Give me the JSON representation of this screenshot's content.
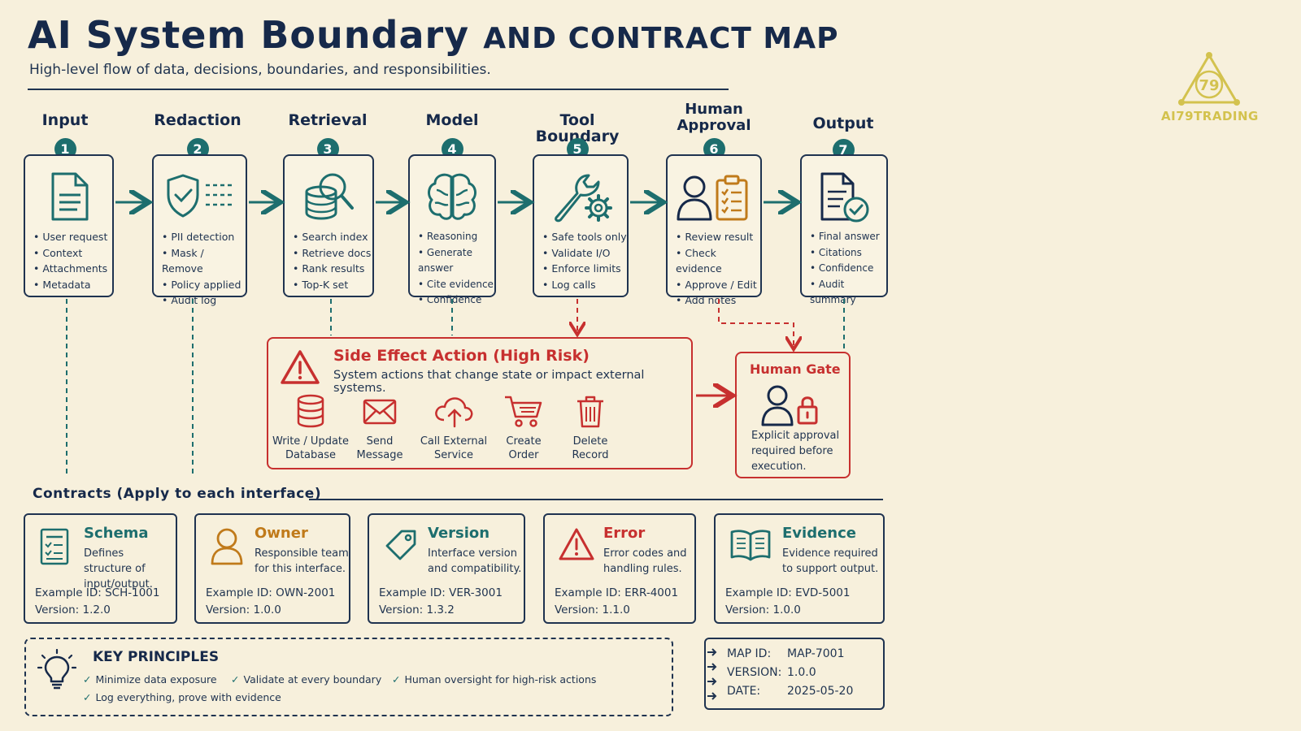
{
  "header": {
    "title_main": "AI System Boundary",
    "title_small": "and contract map",
    "subtitle": "High-level flow of data, decisions, boundaries, and responsibilities."
  },
  "logo": {
    "badge": "79",
    "text": "AI79TRADING"
  },
  "stages": [
    {
      "number": "1",
      "label": "Input",
      "icon": "document-icon",
      "bullets": [
        "User request",
        "Context",
        "Attachments",
        "Metadata"
      ]
    },
    {
      "number": "2",
      "label": "Redaction",
      "icon": "shield-check-icon",
      "bullets": [
        "PII detection",
        "Mask / Remove",
        "Policy applied",
        "Audit log"
      ]
    },
    {
      "number": "3",
      "label": "Retrieval",
      "icon": "database-search-icon",
      "bullets": [
        "Search index",
        "Retrieve docs",
        "Rank results",
        "Top-K set"
      ]
    },
    {
      "number": "4",
      "label": "Model",
      "icon": "brain-icon",
      "bullets": [
        "Reasoning",
        "Generate answer",
        "Cite evidence",
        "Confidence"
      ]
    },
    {
      "number": "5",
      "label": "Tool Boundary",
      "icon": "wrench-gear-icon",
      "bullets": [
        "Safe tools only",
        "Validate I/O",
        "Enforce limits",
        "Log calls"
      ]
    },
    {
      "number": "6",
      "label": "Human Approval",
      "icon": "person-clipboard-icon",
      "bullets": [
        "Review result",
        "Check evidence",
        "Approve / Edit",
        "Add notes"
      ]
    },
    {
      "number": "7",
      "label": "Output",
      "icon": "document-check-icon",
      "bullets": [
        "Final answer",
        "Citations",
        "Confidence",
        "Audit summary"
      ]
    }
  ],
  "side_effect": {
    "title": "Side Effect Action (High Risk)",
    "description": "System actions that change state or impact external systems.",
    "actions": [
      {
        "label": "Write / Update Database",
        "icon": "database-icon"
      },
      {
        "label": "Send Message",
        "icon": "envelope-icon"
      },
      {
        "label": "Call External Service",
        "icon": "cloud-upload-icon"
      },
      {
        "label": "Create Order",
        "icon": "cart-icon"
      },
      {
        "label": "Delete Record",
        "icon": "trash-icon"
      }
    ]
  },
  "human_gate": {
    "title": "Human Gate",
    "text": "Explicit approval required before execution."
  },
  "contracts": {
    "title": "Contracts (Apply to each interface)",
    "cards": [
      {
        "title": "Schema",
        "desc": "Defines structure of input/output.",
        "id_label": "Example ID:",
        "id": "SCH-1001",
        "version_label": "Version:",
        "version": "1.2.0",
        "color": "#1d6e6e",
        "icon": "form-icon"
      },
      {
        "title": "Owner",
        "desc": "Responsible team for this interface.",
        "id_label": "Example ID:",
        "id": "OWN-2001",
        "version_label": "Version:",
        "version": "1.0.0",
        "color": "#c07a1a",
        "icon": "person-icon"
      },
      {
        "title": "Version",
        "desc": "Interface version and compatibility.",
        "id_label": "Example ID:",
        "id": "VER-3001",
        "version_label": "Version:",
        "version": "1.3.2",
        "color": "#1d6e6e",
        "icon": "tag-icon"
      },
      {
        "title": "Error",
        "desc": "Error codes and handling rules.",
        "id_label": "Example ID:",
        "id": "ERR-4001",
        "version_label": "Version:",
        "version": "1.1.0",
        "color": "#c7302f",
        "icon": "warning-icon"
      },
      {
        "title": "Evidence",
        "desc": "Evidence required to support output.",
        "id_label": "Example ID:",
        "id": "EVD-5001",
        "version_label": "Version:",
        "version": "1.0.0",
        "color": "#1d6e6e",
        "icon": "book-icon"
      }
    ]
  },
  "principles": {
    "title": "Key Principles",
    "items": [
      "Minimize data exposure",
      "Validate at every boundary",
      "Human oversight for high-risk actions",
      "Log everything, prove with evidence"
    ]
  },
  "map_info": {
    "map_id_label": "MAP ID:",
    "map_id": "MAP-7001",
    "version_label": "VERSION:",
    "version": "1.0.0",
    "date_label": "DATE:",
    "date": "2025-05-20"
  },
  "colors": {
    "ink": "#1f3350",
    "teal": "#1d6e6e",
    "red": "#c7302f",
    "amber": "#c07a1a",
    "paper": "#f7f0dc"
  }
}
